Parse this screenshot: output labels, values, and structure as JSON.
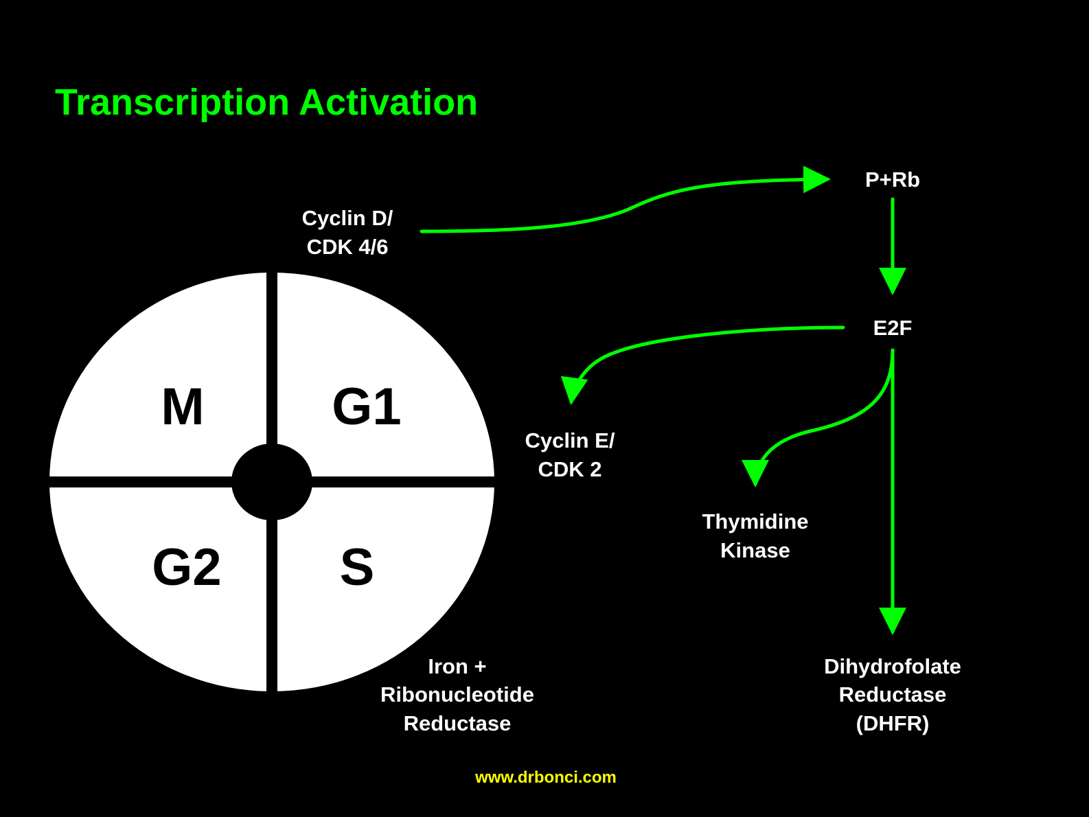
{
  "title": "Transcription Activation",
  "colors": {
    "background": "#000000",
    "accent": "#00FF00",
    "cycle_fill": "#FFFFFF",
    "phase_text": "#000000",
    "label_text": "#FFFFFF",
    "footer_text": "#FFFF00"
  },
  "cell_cycle": {
    "phases": {
      "m": "M",
      "g1": "G1",
      "g2": "G2",
      "s": "S"
    }
  },
  "labels": {
    "cyclin_d": {
      "line1": "Cyclin D/",
      "line2": "CDK 4/6"
    },
    "prb": "P+Rb",
    "e2f": "E2F",
    "cyclin_e": {
      "line1": "Cyclin E/",
      "line2": "CDK 2"
    },
    "thymidine_kinase": {
      "line1": "Thymidine",
      "line2": "Kinase"
    },
    "dhfr": {
      "line1": "Dihydrofolate",
      "line2": "Reductase",
      "line3": "(DHFR)"
    },
    "iron": {
      "line1": "Iron +",
      "line2": "Ribonucleotide",
      "line3": "Reductase"
    }
  },
  "footer": {
    "url": "www.drbonci.com"
  }
}
